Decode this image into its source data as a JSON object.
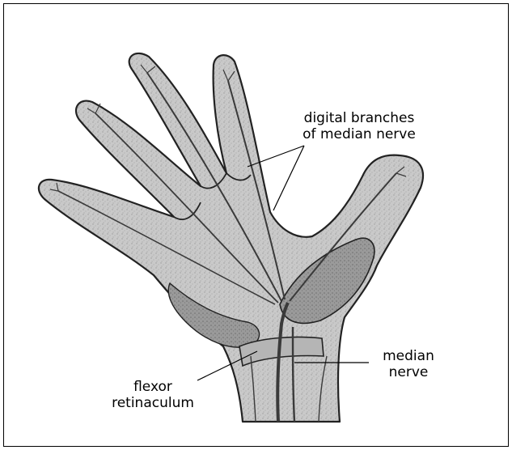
{
  "labels": {
    "digital_branches": {
      "line1": "digital branches",
      "line2": "of median nerve"
    },
    "median_nerve": {
      "line1": "median",
      "line2": "nerve"
    },
    "flexor_retinaculum": {
      "line1": "flexor",
      "line2": "retinaculum"
    }
  },
  "colors": {
    "hand_fill": "#c9c9c9",
    "outline": "#222222",
    "nerve": "#3a3a3a",
    "muscle_dark": "#7a7a7a",
    "muscle_mid": "#a3a3a3",
    "background": "#ffffff",
    "frame": "#000000"
  }
}
